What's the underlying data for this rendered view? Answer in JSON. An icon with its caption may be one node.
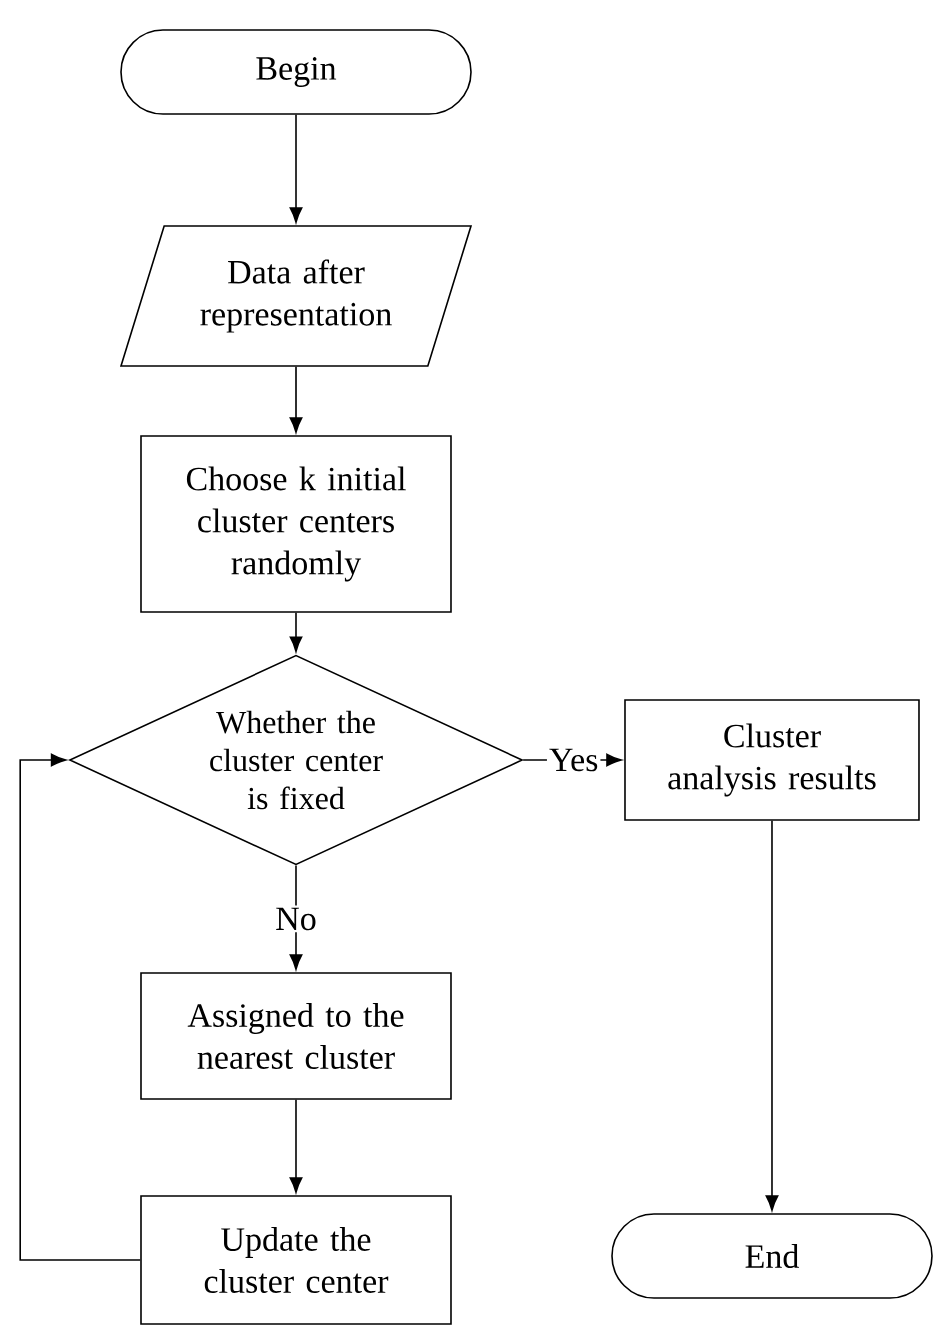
{
  "diagram": {
    "nodes": [
      {
        "text": [
          "Begin"
        ]
      },
      {
        "text": [
          "Data after representation"
        ]
      },
      {
        "text": [
          "Choose k initial cluster centers randomly"
        ]
      },
      {
        "text": [
          "Whether the cluster center is fixed"
        ]
      },
      {
        "text": [
          "Cluster analysis results"
        ]
      },
      {
        "text": [
          "Assigned to the nearest cluster"
        ]
      },
      {
        "text": [
          "Update the cluster center"
        ]
      },
      {
        "text": [
          "End"
        ]
      }
    ],
    "edges": [
      {
        "from": 0,
        "to": 1,
        "arrow": "to"
      },
      {
        "from": 1,
        "to": 2,
        "arrow": "to"
      },
      {
        "from": 2,
        "to": 3,
        "arrow": "to"
      },
      {
        "from": 3,
        "to": 4,
        "arrow": "to",
        "label": "Yes"
      },
      {
        "from": 3,
        "to": 5,
        "arrow": "to",
        "label": "No"
      },
      {
        "from": 5,
        "to": 6,
        "arrow": "to"
      },
      {
        "from": 4,
        "to": 7,
        "arrow": "to"
      },
      {
        "from": 6,
        "to": 3,
        "arrow": "to"
      }
    ]
  }
}
